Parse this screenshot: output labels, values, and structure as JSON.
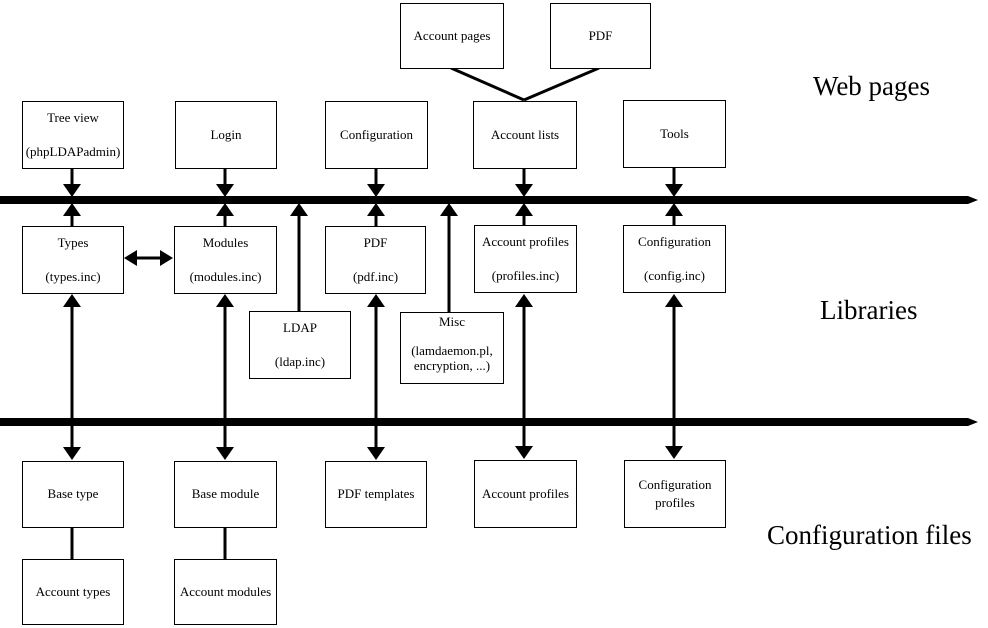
{
  "sections": {
    "web_pages": "Web pages",
    "libraries": "Libraries",
    "config_files": "Configuration files"
  },
  "boxes": {
    "account_pages": {
      "line1": "Account pages"
    },
    "pdf_page": {
      "line1": "PDF"
    },
    "tree_view": {
      "line1": "Tree view",
      "line2": "(phpLDAPadmin)"
    },
    "login": {
      "line1": "Login"
    },
    "configuration_page": {
      "line1": "Configuration"
    },
    "account_lists": {
      "line1": "Account lists"
    },
    "tools": {
      "line1": "Tools"
    },
    "types": {
      "line1": "Types",
      "line2": "(types.inc)"
    },
    "modules": {
      "line1": "Modules",
      "line2": "(modules.inc)"
    },
    "pdf_lib": {
      "line1": "PDF",
      "line2": "(pdf.inc)"
    },
    "account_profiles_lib": {
      "line1": "Account profiles",
      "line2": "(profiles.inc)"
    },
    "configuration_lib": {
      "line1": "Configuration",
      "line2": "(config.inc)"
    },
    "ldap": {
      "line1": "LDAP",
      "line2": "(ldap.inc)"
    },
    "misc": {
      "line1": "Misc",
      "line2": "(lamdaemon.pl,",
      "line3": "encryption, ...)"
    },
    "base_type": {
      "line1": "Base type"
    },
    "base_module": {
      "line1": "Base module"
    },
    "pdf_templates": {
      "line1": "PDF templates"
    },
    "account_profiles_cfg": {
      "line1": "Account profiles"
    },
    "configuration_profiles": {
      "line1": "Configuration",
      "line2": "profiles"
    },
    "account_types": {
      "line1": "Account types"
    },
    "account_modules": {
      "line1": "Account modules"
    }
  },
  "colors": {
    "line": "#000000",
    "box_background": "#ffffff",
    "text": "#000000"
  }
}
